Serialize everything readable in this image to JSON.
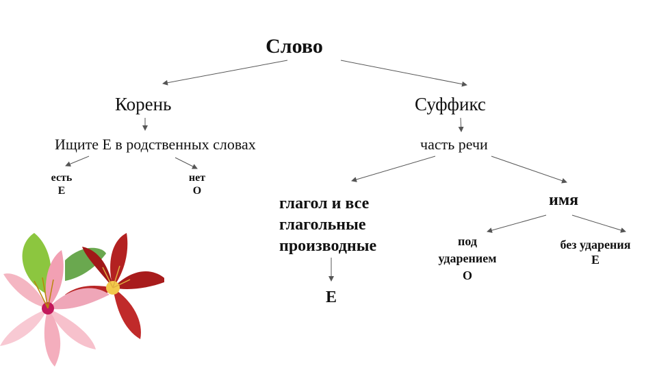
{
  "diagram": {
    "root": "Слово",
    "left": {
      "title": "Корень",
      "rule": "Ищите Е в родственных словах",
      "yes": {
        "line1": "есть",
        "line2": "Е"
      },
      "no": {
        "line1": "нет",
        "line2": "О"
      }
    },
    "right": {
      "title": "Суффикс",
      "rule": "часть речи",
      "verb": {
        "line1": "глагол и все",
        "line2": "глагольные",
        "line3": "производные",
        "result": "Е"
      },
      "noun": {
        "title": "имя",
        "stressed": {
          "line1": "под",
          "line2": "ударением",
          "line3": "О"
        },
        "unstressed": {
          "line1": "без ударения",
          "line2": "Е"
        }
      }
    }
  },
  "colors": {
    "text": "#111111",
    "arrow": "#555555"
  },
  "decoration": {
    "icon": "lily-flowers-illustration"
  }
}
